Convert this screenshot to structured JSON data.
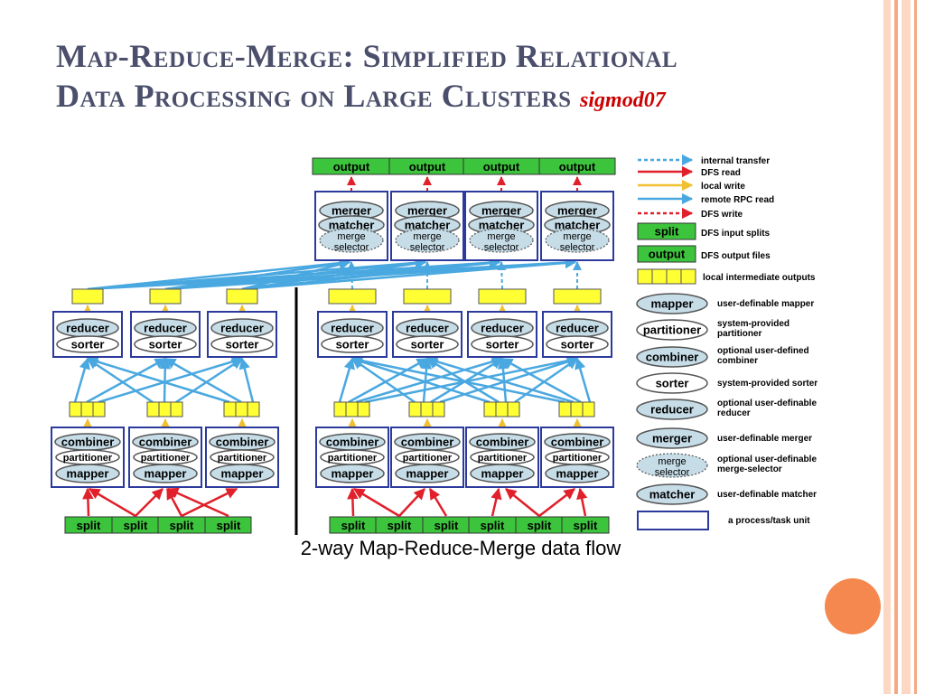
{
  "title": {
    "line1": "Map-Reduce-Merge: Simplified Relational",
    "line2": "Data Processing on Large Clusters",
    "venue": "sigmod07"
  },
  "caption": "2-way Map-Reduce-Merge data flow",
  "labels": {
    "output": "output",
    "merger": "merger",
    "matcher": "matcher",
    "merge_selector_1": "merge",
    "merge_selector_2": "selector",
    "reducer": "reducer",
    "sorter": "sorter",
    "combiner": "combiner",
    "partitioner": "partitioner",
    "mapper": "mapper",
    "split": "split"
  },
  "legend": [
    {
      "kind": "arrow",
      "style": "internal",
      "text": "internal transfer"
    },
    {
      "kind": "arrow",
      "style": "dfs_read",
      "text": "DFS read"
    },
    {
      "kind": "arrow",
      "style": "local_write",
      "text": "local write"
    },
    {
      "kind": "arrow",
      "style": "rpc",
      "text": "remote RPC read"
    },
    {
      "kind": "arrow",
      "style": "dfs_write",
      "text": "DFS write"
    },
    {
      "kind": "box",
      "label": "split",
      "text": "DFS input splits"
    },
    {
      "kind": "box",
      "label": "output",
      "text": "DFS output files"
    },
    {
      "kind": "cells",
      "text": "local intermediate outputs"
    },
    {
      "kind": "ellipse",
      "fill": "#c6dde8",
      "label": "mapper",
      "lines": [
        "user-definable mapper"
      ]
    },
    {
      "kind": "ellipse",
      "fill": "#ffffff",
      "label": "partitioner",
      "lines": [
        "system-provided",
        "partitioner"
      ]
    },
    {
      "kind": "ellipse",
      "fill": "#c6dde8",
      "label": "combiner",
      "lines": [
        "optional user-defined",
        "combiner"
      ]
    },
    {
      "kind": "ellipse",
      "fill": "#ffffff",
      "label": "sorter",
      "lines": [
        "system-provided sorter"
      ]
    },
    {
      "kind": "ellipse",
      "fill": "#c6dde8",
      "label": "reducer",
      "lines": [
        "optional user-definable",
        "reducer"
      ]
    },
    {
      "kind": "ellipse",
      "fill": "#c6dde8",
      "label": "merger",
      "lines": [
        "user-definable merger"
      ]
    },
    {
      "kind": "ellipse2",
      "fill": "#c6dde8",
      "label": "merge",
      "label2": "selector",
      "lines": [
        "optional user-definable",
        "merge-selector"
      ]
    },
    {
      "kind": "ellipse",
      "fill": "#c6dde8",
      "label": "matcher",
      "lines": [
        "user-definable matcher"
      ]
    },
    {
      "kind": "unit",
      "text": "a process/task unit"
    }
  ],
  "colors": {
    "accent_orange": "#f4884e",
    "title": "#4b4f6b",
    "venue": "#cc0000",
    "unit_border": "#2b3a9c",
    "green": "#3cc43c",
    "yellow": "#ffff33",
    "light_blue": "#c6dde8",
    "rpc_blue": "#4aa8e0",
    "dfs_red": "#e0202a",
    "write_yellow": "#f0c030"
  }
}
